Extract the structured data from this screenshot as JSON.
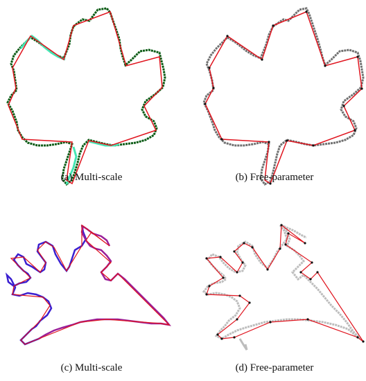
{
  "captions": {
    "a": "(a)  Multi-scale",
    "b": "(b)  Free-parameter",
    "c": "(c)  Multi-scale",
    "d": "(d)  Free-parameter"
  },
  "colors": {
    "polygon": "#e0141e",
    "leaf_contour_dark": "#0a5a14",
    "leaf_contour_light": "#45e6b4",
    "gray_contour": "#707070",
    "light_gray_contour": "#bdbdbd",
    "plane_contour_blue": "#3a1fd0",
    "plane_contour_purple": "#9a1f9a",
    "vertex": "#111111"
  }
}
